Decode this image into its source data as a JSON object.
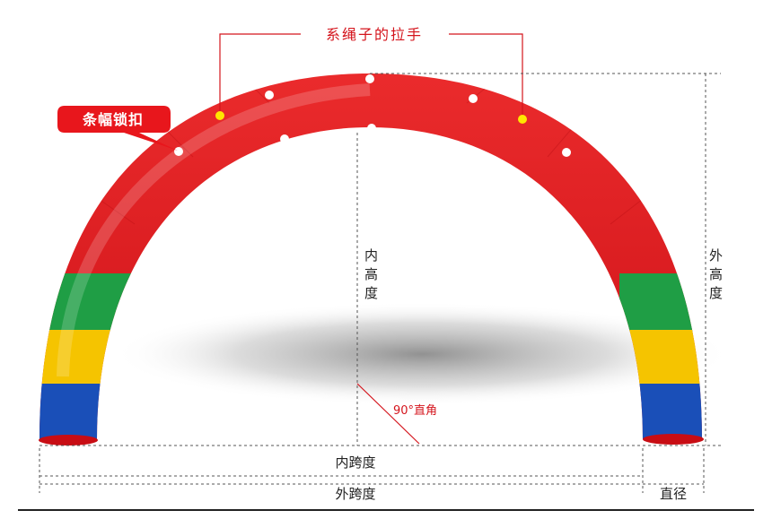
{
  "labels": {
    "handle": "系绳子的拉手",
    "banner_buckle": "条幅锁扣",
    "inner_height": [
      "内",
      "高",
      "度"
    ],
    "outer_height": [
      "外",
      "高",
      "度"
    ],
    "right_angle": "90°直角",
    "inner_span": "内跨度",
    "outer_span": "外跨度",
    "diameter": "直径"
  },
  "colors": {
    "arch_red": "#e8161c",
    "green": "#1f9e45",
    "yellow": "#f5c400",
    "blue": "#1a4fb8",
    "annotation_red": "#d4141c",
    "buckle_dot": "#ffffff",
    "handle_dot": "#ffe600"
  }
}
